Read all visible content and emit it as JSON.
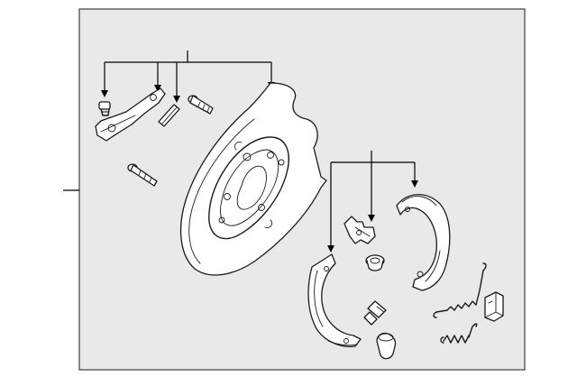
{
  "diagram": {
    "colors": {
      "frame_fill": "#e9e9e9",
      "line": "#1a1a1a",
      "part_fill": "#ffffff"
    },
    "callout_groups": [
      {
        "group": "backing-plate-group",
        "target_count": 4
      },
      {
        "group": "shoe-kit-group",
        "target_count": 3
      }
    ],
    "parts": [
      "backing-plate",
      "parking-brake-shoe",
      "parking-brake-shoe",
      "adjuster",
      "strut",
      "return-spring",
      "hold-down-spring",
      "adjuster-spring",
      "bracket",
      "bolt",
      "bolt",
      "pin",
      "plug",
      "bolt",
      "boot"
    ]
  }
}
